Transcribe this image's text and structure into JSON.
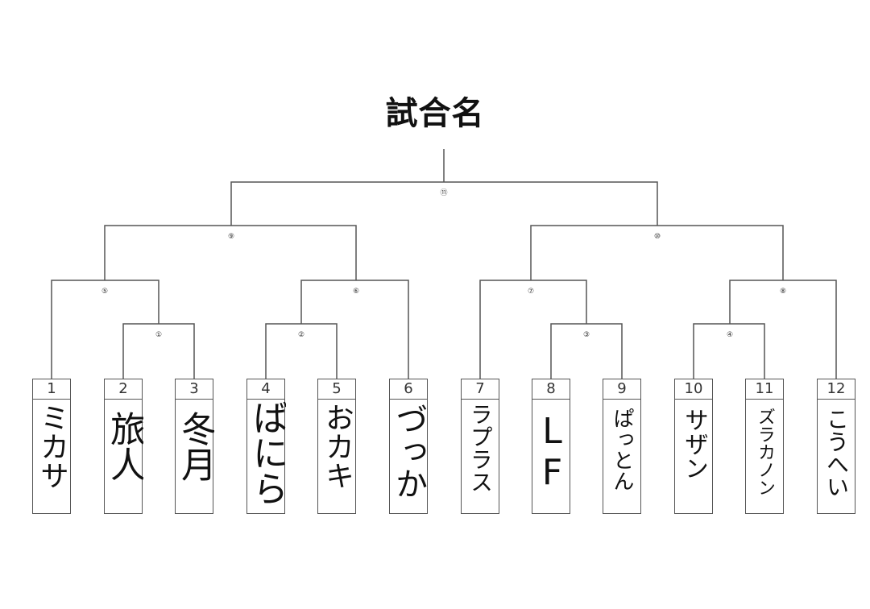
{
  "title": "試合名",
  "teams": [
    {
      "seed": "1",
      "name": "ミカサ"
    },
    {
      "seed": "2",
      "name": "旅人"
    },
    {
      "seed": "3",
      "name": "冬月"
    },
    {
      "seed": "4",
      "name": "ばにら"
    },
    {
      "seed": "5",
      "name": "おカキ"
    },
    {
      "seed": "6",
      "name": "づっか"
    },
    {
      "seed": "7",
      "name": "ラプラス"
    },
    {
      "seed": "8",
      "name": "LF"
    },
    {
      "seed": "9",
      "name": "ぱっとん"
    },
    {
      "seed": "10",
      "name": "サザン"
    },
    {
      "seed": "11",
      "name": "ズラカノン"
    },
    {
      "seed": "12",
      "name": "こうへい"
    }
  ],
  "matches": [
    "①",
    "②",
    "③",
    "④",
    "⑤",
    "⑥",
    "⑦",
    "⑧",
    "⑨",
    "⑩",
    "⑪"
  ],
  "colors": {
    "line": "#555555",
    "text": "#111111"
  }
}
